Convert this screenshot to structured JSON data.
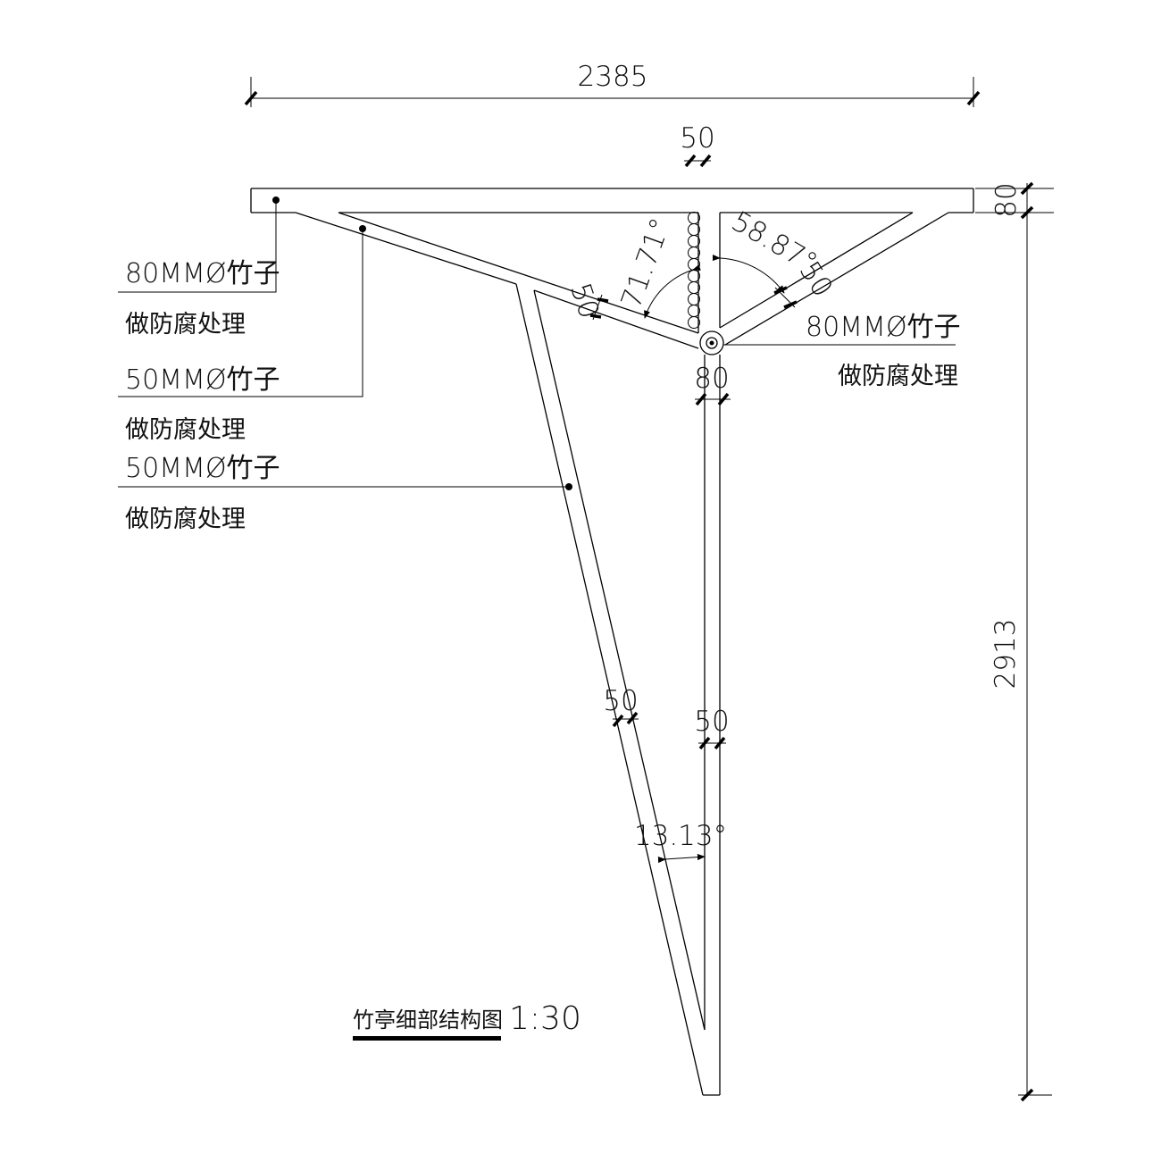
{
  "dimensions": {
    "overall_width": "2385",
    "top_post_width": "50",
    "beam_depth": "80",
    "overall_height": "2913",
    "strut_right_width": "50",
    "strut_left_width": "50",
    "post_width_at_joint": "80",
    "brace_width": "50",
    "post_width": "50",
    "angle_left": "71.71°",
    "angle_right": "58.87°",
    "angle_bottom": "13.13°"
  },
  "notes": [
    {
      "spec": "80MMØ竹子",
      "treatment": "做防腐处理"
    },
    {
      "spec": "50MMØ竹子",
      "treatment": "做防腐处理"
    },
    {
      "spec": "50MMØ竹子",
      "treatment": "做防腐处理"
    },
    {
      "spec": "80MMØ竹子",
      "treatment": "做防腐处理"
    }
  ],
  "title": {
    "name": "竹亭细部结构图",
    "scale": "1:30"
  }
}
